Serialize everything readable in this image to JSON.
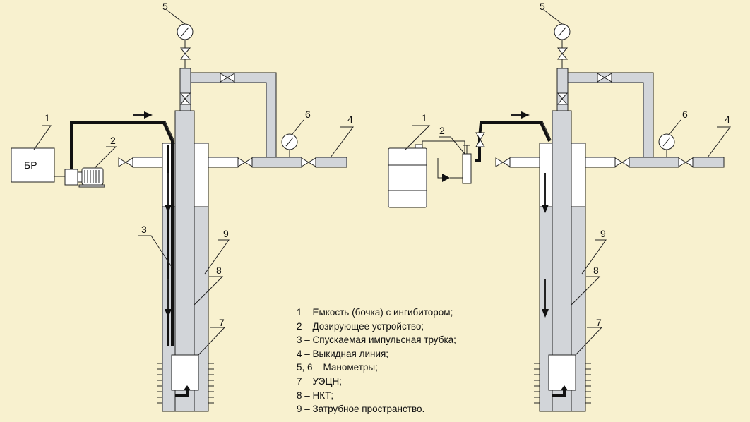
{
  "diagram": {
    "left_tank_label": "БР",
    "callouts_left": {
      "n1": "1",
      "n2": "2",
      "n3": "3",
      "n4": "4",
      "n5": "5",
      "n6": "6",
      "n7": "7",
      "n8": "8",
      "n9": "9"
    },
    "callouts_right": {
      "n1": "1",
      "n2": "2",
      "n4": "4",
      "n5": "5",
      "n6": "6",
      "n7": "7",
      "n8": "8",
      "n9": "9"
    }
  },
  "legend": {
    "items": [
      "1 – Емкость (бочка) с ингибитором;",
      "2 – Дозирующее устройство;",
      "3 – Спускаемая импульсная трубка;",
      "4 – Выкидная линия;",
      "5, 6 – Манометры;",
      "7 – УЭЦН;",
      "8 – НКТ;",
      "9 – Затрубное пространство."
    ]
  },
  "colors": {
    "background": "#f8f1cf",
    "pipe_fill": "#d2d5d9",
    "line": "#222222"
  }
}
